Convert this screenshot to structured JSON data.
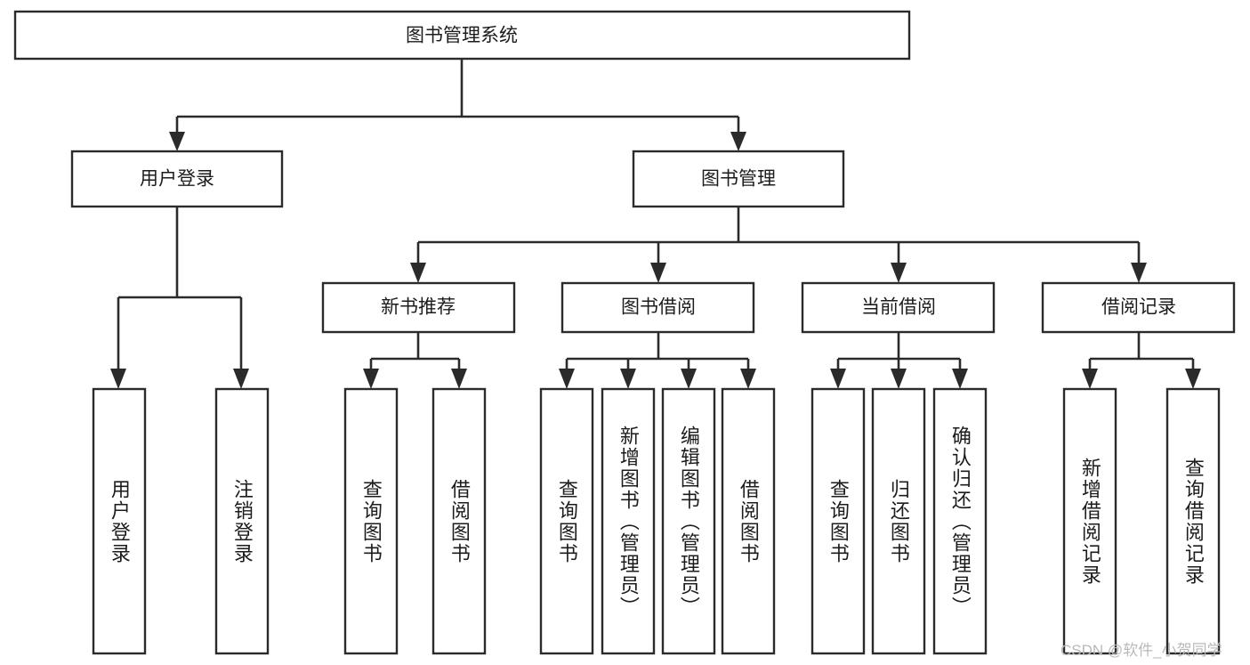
{
  "diagram": {
    "type": "tree-hierarchy-chart",
    "title_node": "图书管理系统",
    "watermark": "CSDN @软件_小贺同学",
    "colors": {
      "box_stroke": "#2b2b2b",
      "box_fill": "#ffffff",
      "edge": "#2b2b2b",
      "text": "#1c1c1c",
      "watermark": "#b9b9b9",
      "background": "#ffffff"
    },
    "root": {
      "label": "图书管理系统"
    },
    "level2": [
      {
        "label": "用户登录"
      },
      {
        "label": "图书管理"
      }
    ],
    "level3": [
      {
        "label": "新书推荐"
      },
      {
        "label": "图书借阅"
      },
      {
        "label": "当前借阅"
      },
      {
        "label": "借阅记录"
      }
    ],
    "leaves": {
      "user_login": [
        {
          "label": "用户登录"
        },
        {
          "label": "注销登录"
        }
      ],
      "new_book_recommend": [
        {
          "label": "查询图书"
        },
        {
          "label": "借阅图书"
        }
      ],
      "book_borrow": [
        {
          "label": "查询图书"
        },
        {
          "label": "新增图书（管理员）"
        },
        {
          "label": "编辑图书（管理员）"
        },
        {
          "label": "借阅图书"
        }
      ],
      "current_borrow": [
        {
          "label": "查询图书"
        },
        {
          "label": "归还图书"
        },
        {
          "label": "确认归还（管理员）"
        }
      ],
      "borrow_record": [
        {
          "label": "新增借阅记录"
        },
        {
          "label": "查询借阅记录"
        }
      ]
    }
  }
}
